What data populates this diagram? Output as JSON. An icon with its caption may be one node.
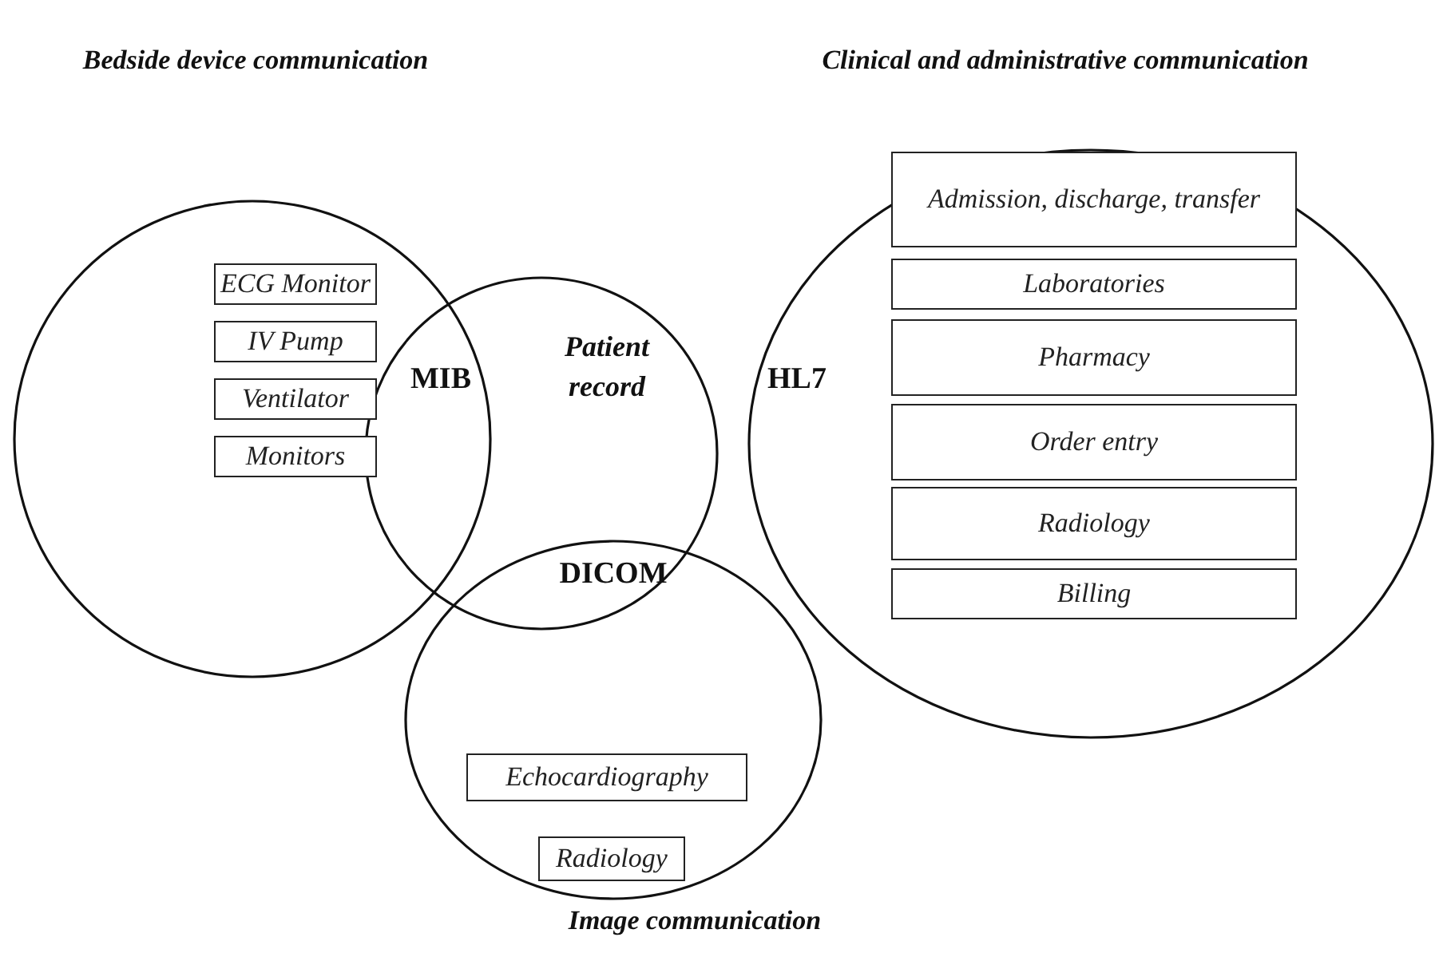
{
  "diagram": {
    "nodes": [
      {
        "text": [
          "Bedside device communication"
        ]
      },
      {
        "text": [
          "ECG Monitor"
        ],
        "in": 0
      },
      {
        "text": [
          "IV Pump"
        ],
        "in": 0
      },
      {
        "text": [
          "Ventilator"
        ],
        "in": 0
      },
      {
        "text": [
          "Monitors"
        ],
        "in": 0
      },
      {
        "text": [
          "Patient record"
        ]
      },
      {
        "text": [
          "Clinical and administrative communication"
        ]
      },
      {
        "text": [
          "Admission, discharge, transfer"
        ],
        "in": 6
      },
      {
        "text": [
          "Laboratories"
        ],
        "in": 6
      },
      {
        "text": [
          "Pharmacy"
        ],
        "in": 6
      },
      {
        "text": [
          "Order entry"
        ],
        "in": 6
      },
      {
        "text": [
          "Radiology"
        ],
        "in": 6
      },
      {
        "text": [
          "Billing"
        ],
        "in": 6
      },
      {
        "text": [
          "Image communication"
        ]
      },
      {
        "text": [
          "Echocardiography"
        ],
        "in": 13
      },
      {
        "text": [
          "Radiology"
        ],
        "in": 13
      }
    ],
    "labels": [
      "MIB",
      "HL7",
      "DICOM"
    ]
  }
}
